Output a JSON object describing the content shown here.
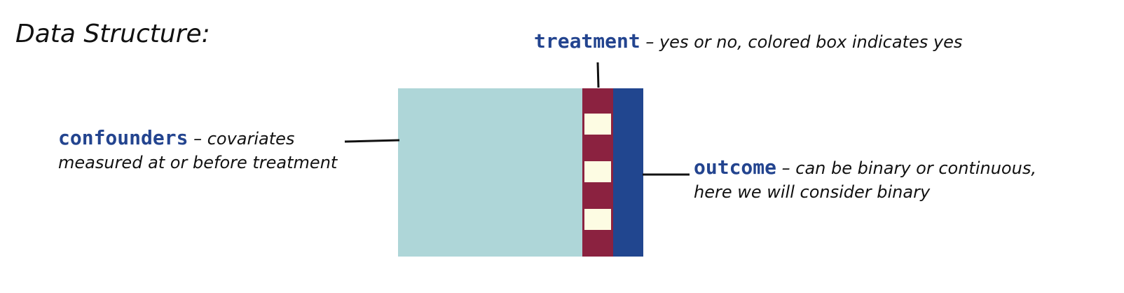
{
  "title": "Data Structure:",
  "treatment": {
    "term": "treatment",
    "description": " – yes or no, colored box indicates yes"
  },
  "confounders": {
    "term": "confounders",
    "description_line1": " – covariates",
    "description_line2": "measured at or before treatment"
  },
  "outcome": {
    "term": "outcome",
    "description_line1": " – can be binary or continuous,",
    "description_line2": "here we will consider binary"
  },
  "colors": {
    "confounders_block": "#aed6d8",
    "treatment_column": "#8b2240",
    "treatment_yes_box": "#fdfce3",
    "outcome_column": "#21468f",
    "term_text": "#23448f",
    "connector": "#111111"
  }
}
